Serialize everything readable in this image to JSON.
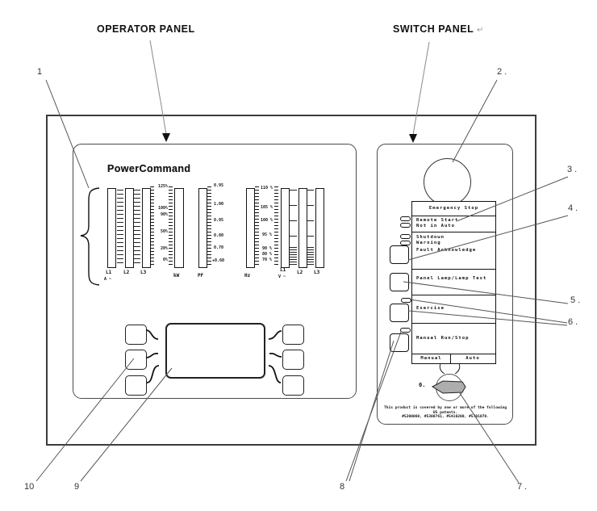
{
  "header": {
    "operator_panel_label": "OPERATOR PANEL",
    "switch_panel_label": "SWITCH PANEL",
    "return_mark": "↵"
  },
  "callouts": {
    "c1": "1",
    "c2": "2 .",
    "c3": "3 .",
    "c4": "4 .",
    "c5": "5 .",
    "c6": "6 .",
    "c7": "7 .",
    "c8": "8",
    "c9": "9",
    "c10": "10"
  },
  "operator_panel": {
    "logo": "PowerCommand",
    "meters": {
      "amps_scale": [
        "125%",
        "100%",
        "90%",
        "50%",
        "20%",
        "0%"
      ],
      "pf_scale": [
        "0.95",
        "1.00",
        "0.95",
        "0.80",
        "0.70",
        "+0.60"
      ],
      "hz_v_scale": [
        "110 %",
        "105 %",
        "100 %",
        "95 %",
        "90 %",
        "80 %",
        "70 %"
      ],
      "phase_labels_amps": [
        "L1",
        "L2",
        "L3"
      ],
      "amps_unit": "A ~",
      "kw_label": "kW",
      "pf_label": "PF",
      "hz_label": "Hz",
      "phase_labels_volts": [
        "L1",
        "L2",
        "L3"
      ],
      "volts_unit": "V ~"
    }
  },
  "switch_panel": {
    "emergency_stop": "Emergency Stop",
    "remote_start": "Remote Start",
    "not_in_auto": "Not in Auto",
    "shutdown": "Shutdown",
    "warning": "Warning",
    "fault_acknowledge": "Fault Acknowledge",
    "panel_lamp": "Panel Lamp/Lamp Test",
    "exercise": "Exercise",
    "manual_run_stop": "Manual Run/Stop",
    "mode_manual": "Manual",
    "mode_auto": "Auto",
    "key_position": "0.",
    "patent_line1": "This product is covered by one or more of the following US patents.",
    "patent_line2": "#5200060, #5300761, #5410200, #5701070."
  }
}
